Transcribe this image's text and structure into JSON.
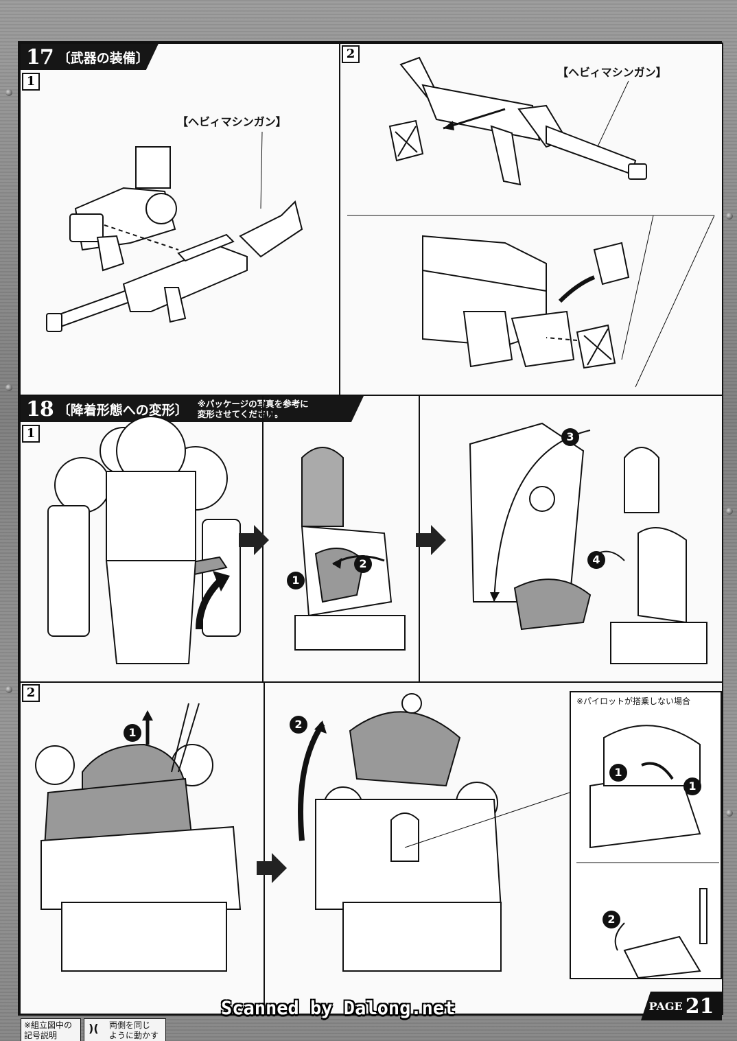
{
  "step17": {
    "number": "17",
    "title": "〔武器の装備〕",
    "sub1": "1",
    "sub2": "2",
    "gun_label_1": "【ヘビィマシンガン】",
    "gun_label_2": "【ヘビィマシンガン】"
  },
  "step18": {
    "number": "18",
    "title": "〔降着形態への変形〕",
    "note_line1": "※パッケージの写真を参考に",
    "note_line2": "変形させてください。",
    "sub1": "1",
    "sub2": "2",
    "no_pilot_note": "※パイロットが搭乗しない場合",
    "badges": [
      "1",
      "2",
      "3",
      "4",
      "1",
      "2",
      "1",
      "1",
      "2"
    ]
  },
  "footer": {
    "legend_line1": "※組立図中の",
    "legend_line2": "記号説明",
    "symbol_line1": "両側を同じ",
    "symbol_line2": "ように動かす",
    "scanned": "Scanned by Dalong.net",
    "page_prefix": "PAGE",
    "page_number": "21"
  }
}
